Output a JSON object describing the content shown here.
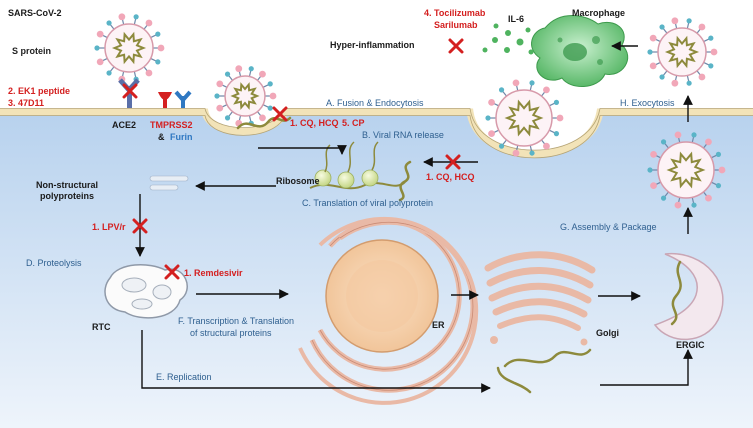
{
  "labels": {
    "virus": "SARS-CoV-2",
    "s_protein": "S protein",
    "ek1": "2. EK1 peptide",
    "ab47": "3. 47D11",
    "ace2": "ACE2",
    "tmprss2": "TMPRSS2",
    "amp": "&",
    "furin": "Furin",
    "hyper": "Hyper-inflammation",
    "drug4a": "4. Tocilizumab",
    "drug4b": "Sarilumab",
    "il6": "IL-6",
    "macrophage": "Macrophage",
    "stepA": "A. Fusion & Endocytosis",
    "stepB": "B. Viral RNA release",
    "stepC": "C. Translation of viral polyprotein",
    "stepD": "D. Proteolysis",
    "stepE": "E. Replication",
    "stepF1": "F. Transcription & Translation",
    "stepF2": "of structural proteins",
    "stepG": "G. Assembly & Package",
    "stepH": "H. Exocytosis",
    "cq1": "1. CQ, HCQ",
    "cp": "5. CP",
    "cq2": "1. CQ, HCQ",
    "ribosome": "Ribosome",
    "nsp1": "Non-structural",
    "nsp2": "polyproteins",
    "lpv": "1. LPV/r",
    "remdesivir": "1. Remdesivir",
    "rtc": "RTC",
    "er": "ER",
    "golgi": "Golgi",
    "ergic": "ERGIC"
  },
  "colors": {
    "cell": "#c9dcf1",
    "membrane": "#f5e9c9",
    "inhibitor": "#d42020",
    "step_text": "#2e5f8f",
    "macrophage": "#7ccf86",
    "virus_spike": "#f1a7b8",
    "rna": "#8d8a3c"
  }
}
